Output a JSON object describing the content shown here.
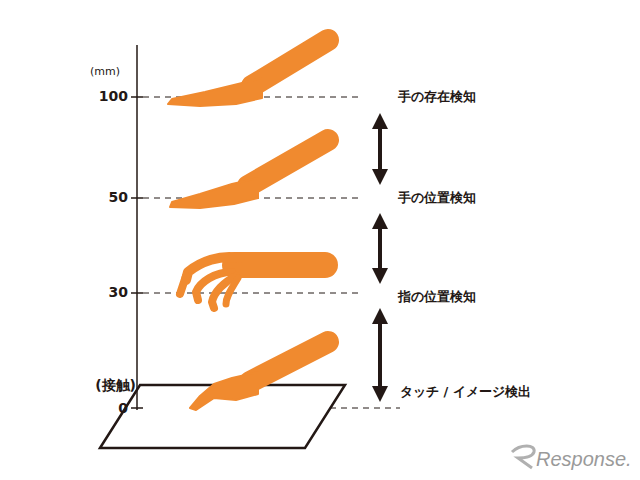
{
  "diagram": {
    "labels": [
      "(mm)",
      "100",
      "50",
      "30",
      "(接触)",
      "0",
      "手の存在検知",
      "手の位置検知",
      "指の位置検知",
      "タッチ / イメージ検出",
      "Response."
    ]
  }
}
